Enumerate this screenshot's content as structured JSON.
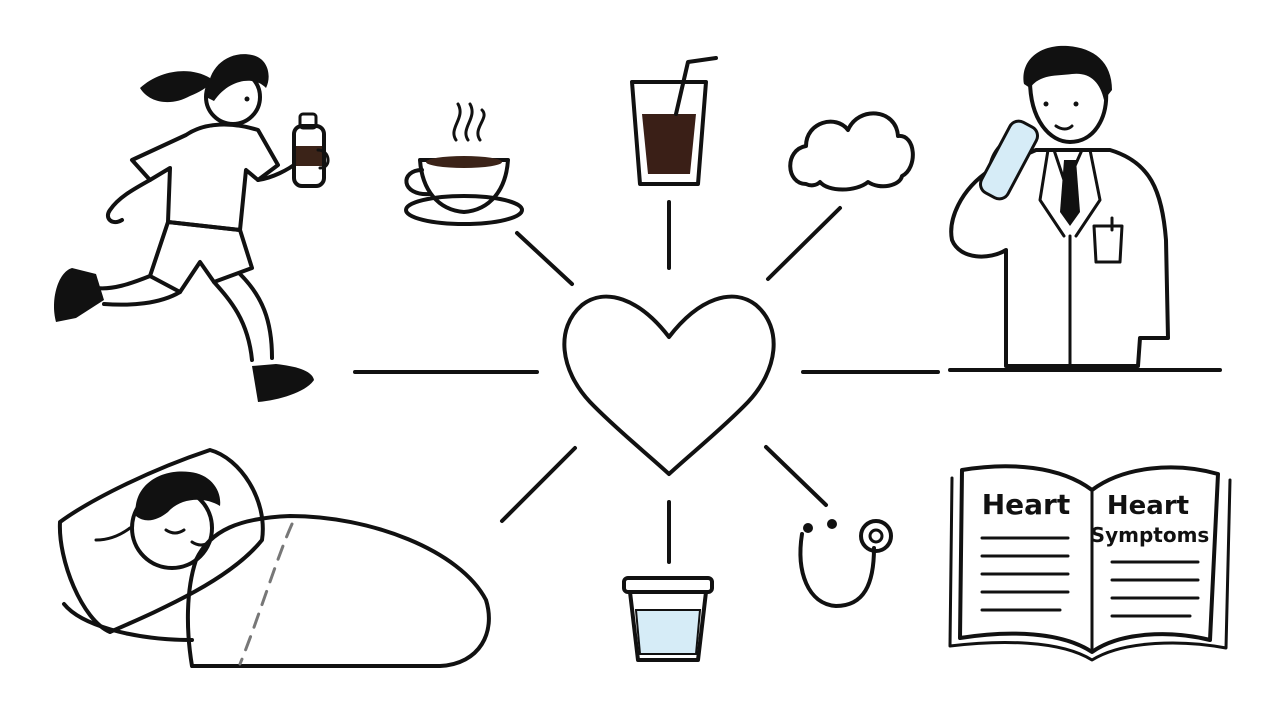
{
  "colors": {
    "ink": "#111111",
    "background": "#ffffff",
    "coffee": "#3b2318",
    "cola": "#3a1f17",
    "water_tint": "#d6ecf7"
  },
  "center": {
    "icon": "heart-icon"
  },
  "items": [
    {
      "id": "exercise",
      "icon": "runner-with-water-bottle-icon"
    },
    {
      "id": "coffee",
      "icon": "coffee-cup-icon"
    },
    {
      "id": "soda",
      "icon": "soda-glass-with-straw-icon"
    },
    {
      "id": "stress",
      "icon": "cloud-icon"
    },
    {
      "id": "doctor",
      "icon": "doctor-drinking-water-icon"
    },
    {
      "id": "sleep",
      "icon": "sleeping-person-icon"
    },
    {
      "id": "water",
      "icon": "glass-of-water-icon"
    },
    {
      "id": "checkup",
      "icon": "stethoscope-icon"
    },
    {
      "id": "reading",
      "icon": "open-book-icon"
    }
  ],
  "book": {
    "left_page_title": "Heart",
    "right_page_title_line1": "Heart",
    "right_page_title_line2": "Symptoms"
  }
}
